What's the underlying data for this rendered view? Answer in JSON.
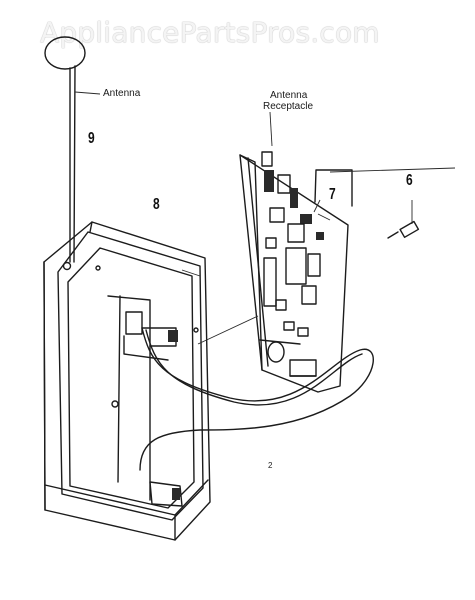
{
  "watermark": "AppliancePartsPros.com",
  "callouts": {
    "antenna": "Antenna",
    "antenna_receptacle_line1": "Antenna",
    "antenna_receptacle_line2": "Receptacle",
    "part_9": "9",
    "part_8": "8",
    "part_7": "7",
    "part_6": "6",
    "page_mark": "2"
  }
}
